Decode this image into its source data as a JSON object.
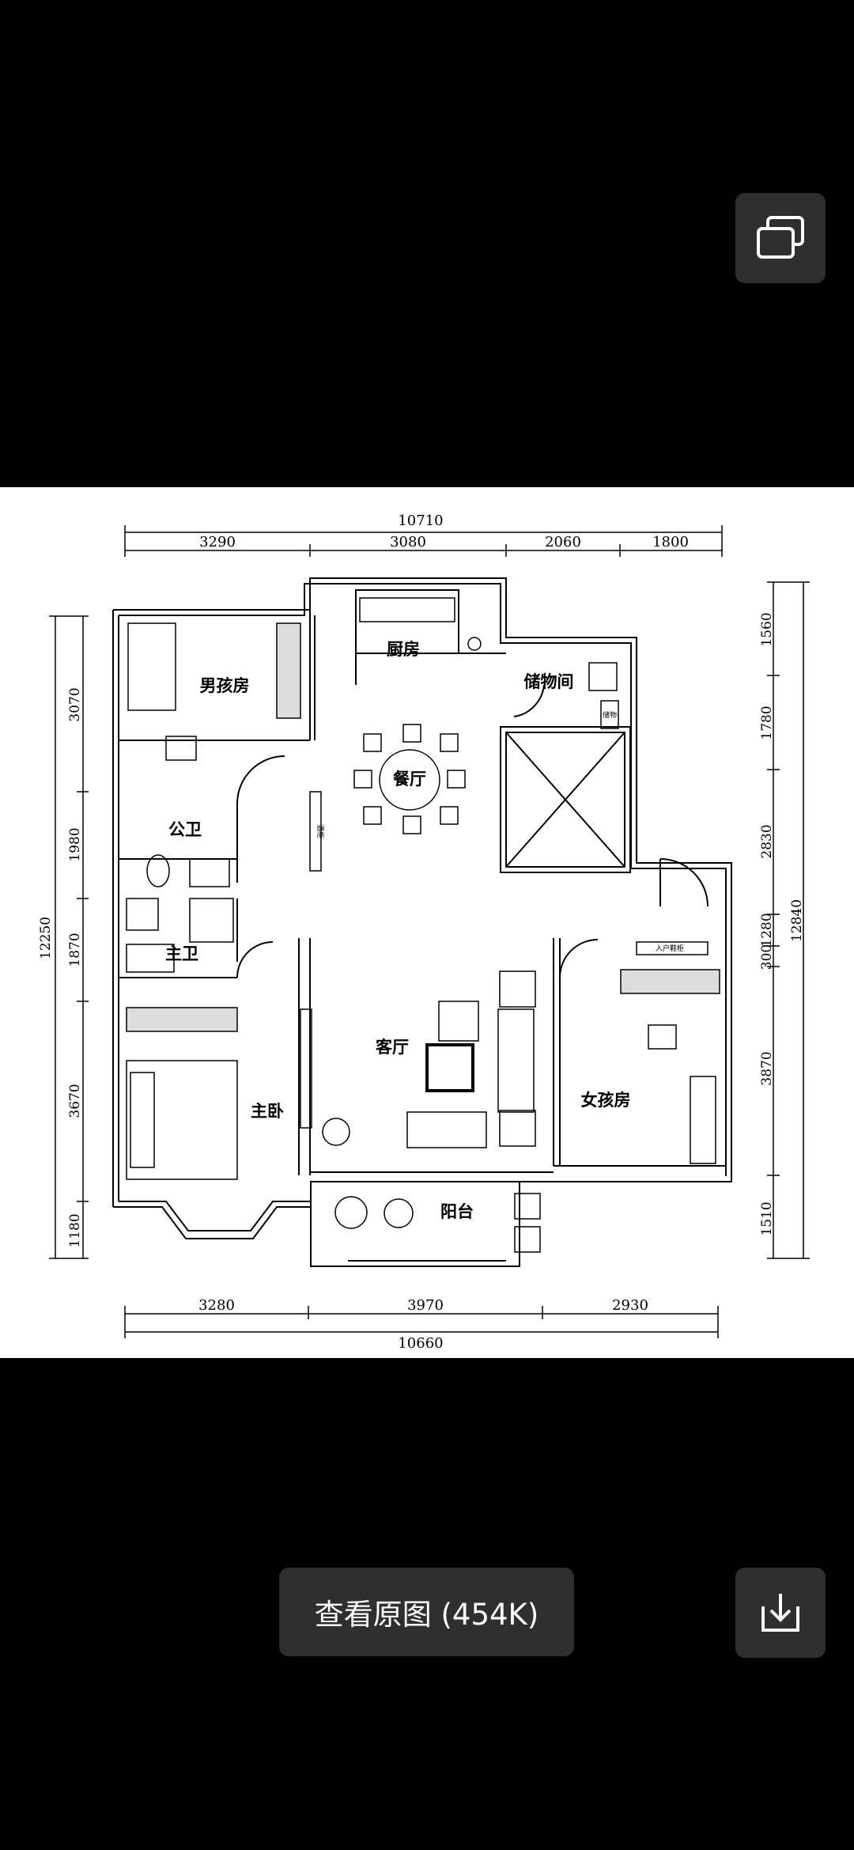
{
  "viewer": {
    "multi_window_icon": "multi-window-icon",
    "view_original_label": "查看原图 (454K)",
    "download_icon": "download-icon"
  },
  "floorplan": {
    "dims_top": {
      "total": "10710",
      "segments": [
        "3290",
        "3080",
        "2060",
        "1800"
      ]
    },
    "dims_bottom": {
      "total": "10660",
      "segments": [
        "3280",
        "3970",
        "2930"
      ]
    },
    "dims_left": {
      "total": "12250",
      "segments": [
        "3070",
        "1980",
        "1870",
        "3670",
        "1180"
      ]
    },
    "dims_right": {
      "total": "12840",
      "segments": [
        "1560",
        "1780",
        "2830",
        "1280",
        "300",
        "3870",
        "1510"
      ]
    },
    "rooms": {
      "boy_room": "男孩房",
      "kitchen": "厨房",
      "storage": "储物间",
      "dining": "餐厅",
      "public_bath": "公卫",
      "master_bath": "主卫",
      "living": "客厅",
      "girl_room": "女孩房",
      "master_bedroom": "主卧",
      "balcony": "阳台"
    },
    "small_labels": {
      "dining_cabinet": "酒柜",
      "entry_cabinet": "入户鞋柜",
      "storage_small": "储物"
    }
  }
}
